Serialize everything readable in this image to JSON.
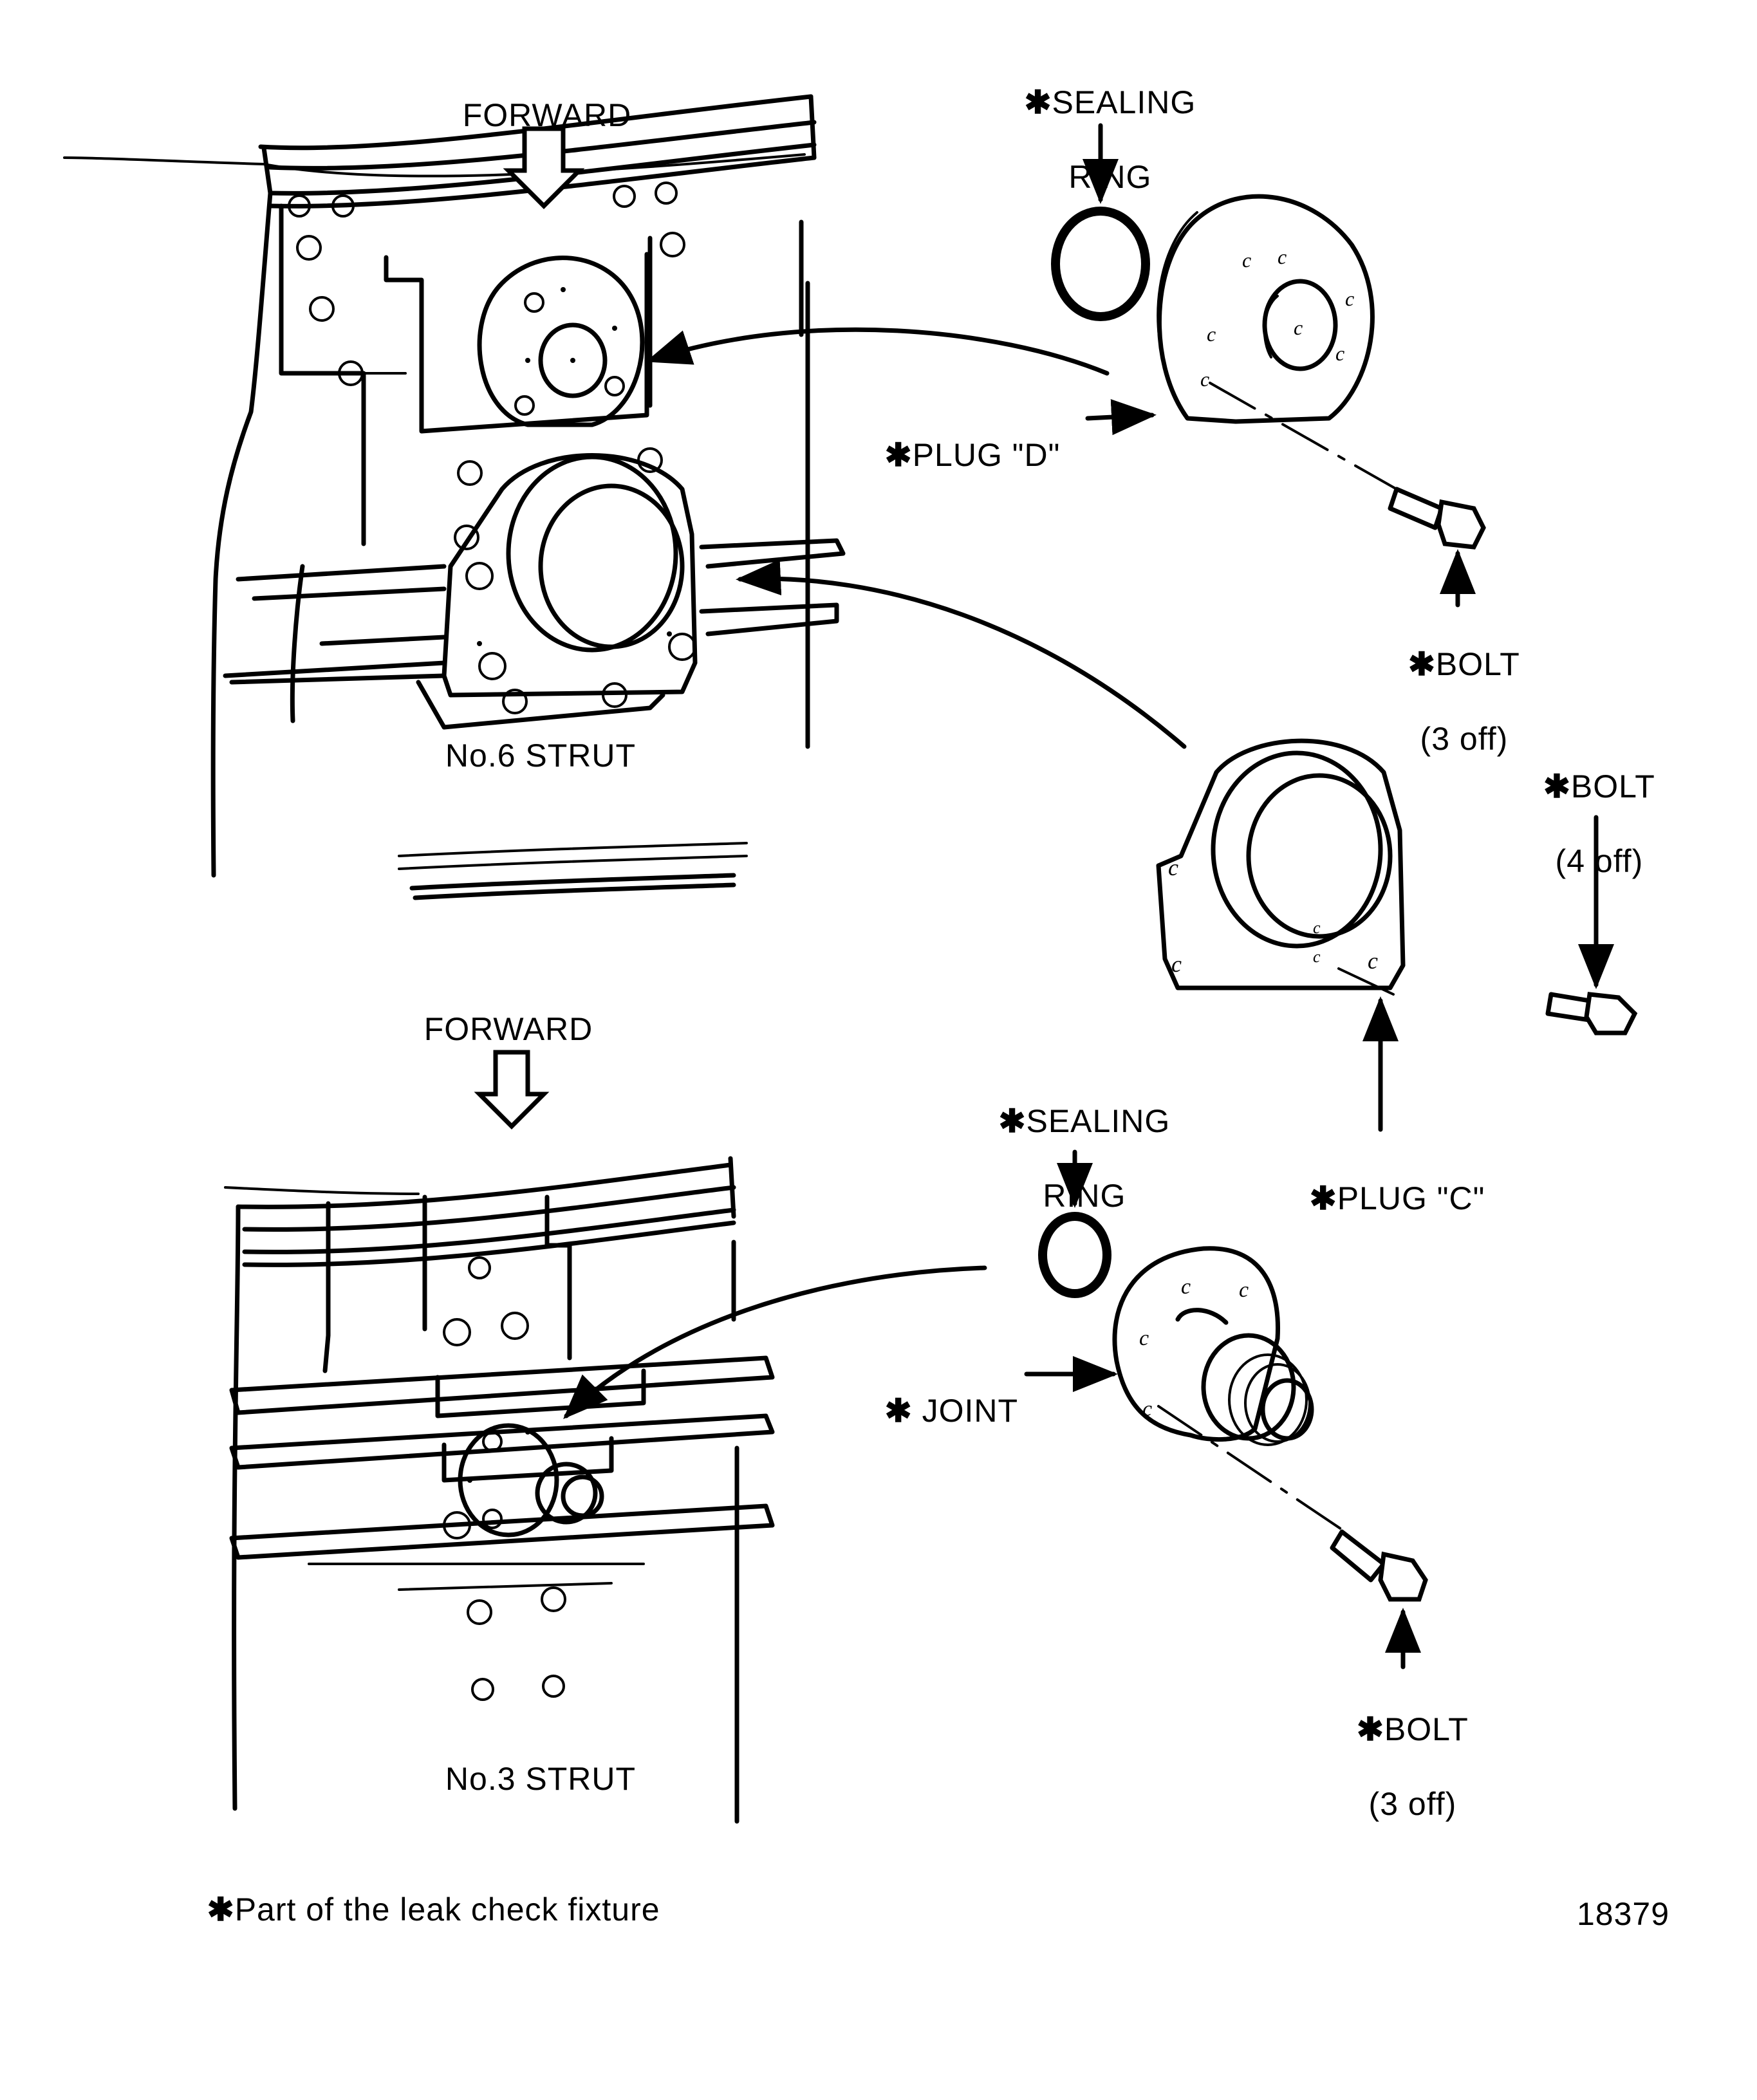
{
  "figure_number": "18379",
  "footnote": {
    "symbol": "✱",
    "text": "Part of the leak check fixture"
  },
  "upper_view": {
    "direction_label": "FORWARD",
    "strut_label": "No.6 STRUT",
    "callouts": {
      "sealing_ring": {
        "symbol": "✱",
        "line1": "SEALING",
        "line2": "RING"
      },
      "plug_d": {
        "symbol": "✱",
        "text": "PLUG \"D\""
      },
      "bolt_plug_d": {
        "symbol": "✱",
        "line1": "BOLT",
        "line2": "(3 off)"
      },
      "bolt_plug_c": {
        "symbol": "✱",
        "line1": "BOLT",
        "line2": "(4 off)"
      },
      "plug_c": {
        "symbol": "✱",
        "text": "PLUG \"C\""
      }
    }
  },
  "lower_view": {
    "direction_label": "FORWARD",
    "strut_label": "No.3 STRUT",
    "callouts": {
      "sealing_ring": {
        "symbol": "✱",
        "line1": "SEALING",
        "line2": "RING"
      },
      "joint": {
        "symbol": "✱",
        "text": "JOINT"
      },
      "bolt_joint": {
        "symbol": "✱",
        "line1": "BOLT",
        "line2": "(3 off)"
      }
    }
  }
}
